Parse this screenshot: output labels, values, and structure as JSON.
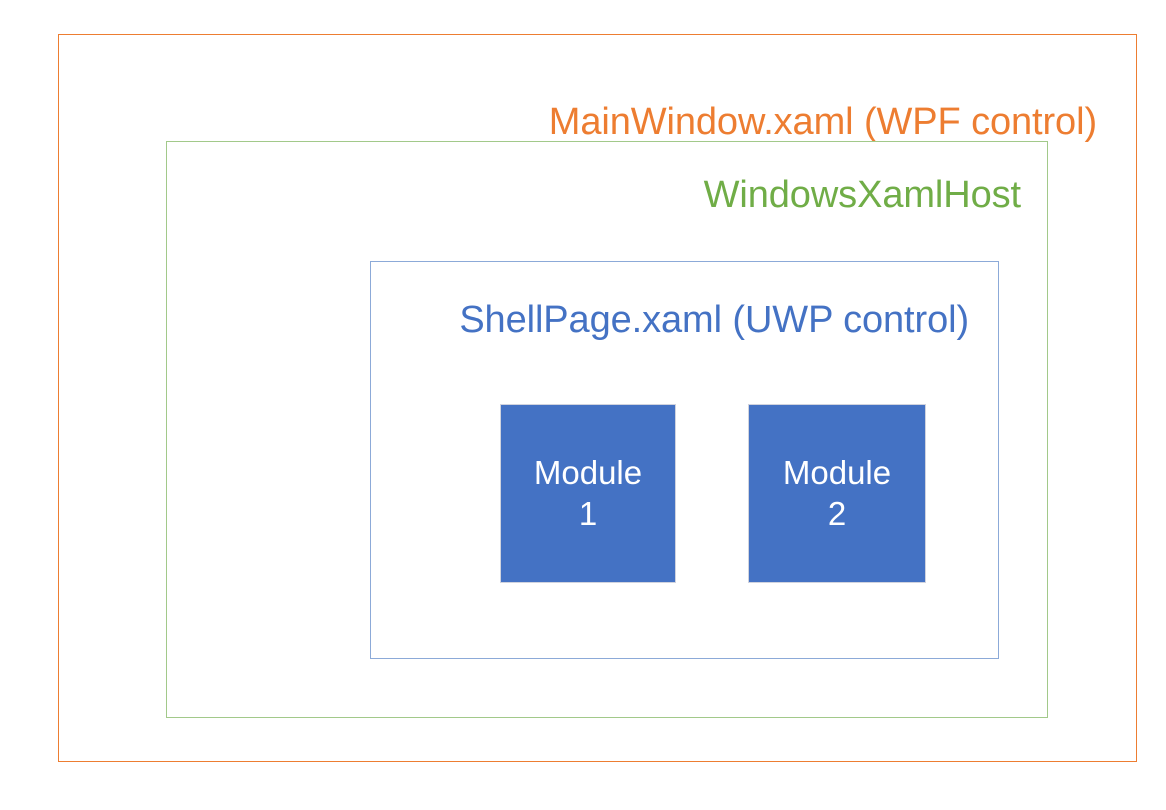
{
  "diagram": {
    "type": "nested-containers",
    "background_color": "#FFFFFF",
    "layers": [
      {
        "id": "mainwindow",
        "label": "MainWindow.xaml (WPF control)",
        "border_color": "#ED7D31",
        "text_color": "#ED7D31",
        "fill": "none"
      },
      {
        "id": "xamlhost",
        "label": "WindowsXamlHost",
        "border_color": "#A2C98A",
        "text_color": "#70AD47",
        "fill": "none"
      },
      {
        "id": "shellpage",
        "label": "ShellPage.xaml (UWP control)",
        "border_color": "#8CAAD8",
        "text_color": "#4472C4",
        "fill": "none"
      }
    ],
    "modules": [
      {
        "id": "module-1",
        "line1": "Module",
        "line2": "1",
        "fill_color": "#4472C4",
        "text_color": "#FFFFFF",
        "border_color": "#D0D3DE"
      },
      {
        "id": "module-2",
        "line1": "Module",
        "line2": "2",
        "fill_color": "#4472C4",
        "text_color": "#FFFFFF",
        "border_color": "#D0D3DE"
      }
    ]
  }
}
